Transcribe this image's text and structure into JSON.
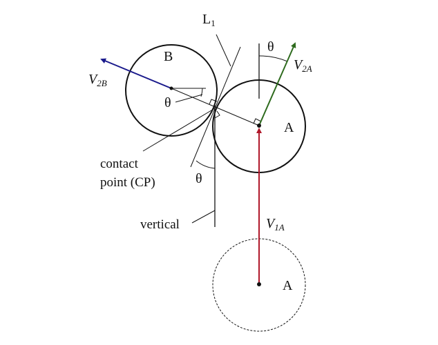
{
  "labels": {
    "L1": "L",
    "L1_sub": "1",
    "B": "B",
    "A_top": "A",
    "A_bottom": "A",
    "theta_top": "θ",
    "theta_B": "θ",
    "theta_bottom": "θ",
    "V2B": "V",
    "V2B_sub": "2B",
    "V2A": "V",
    "V2A_sub": "2A",
    "V1A": "V",
    "V1A_sub": "1A",
    "contact_line1": "contact",
    "contact_line2": "point (CP)",
    "vertical": "vertical"
  },
  "colors": {
    "V2B": "#1a1a8c",
    "V2A": "#2e6b1e",
    "V1A": "#b0182a"
  }
}
